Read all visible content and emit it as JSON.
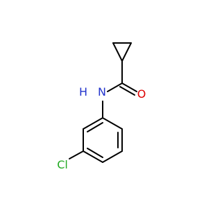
{
  "molecule": {
    "atoms": {
      "amide_nitrogen": {
        "text": "H",
        "text2": "N",
        "color": "#2233cc"
      },
      "carbonyl_oxygen": {
        "text": "O",
        "color": "#dd0000"
      },
      "chlorine": {
        "text": "Cl",
        "color": "#22aa22"
      }
    }
  }
}
